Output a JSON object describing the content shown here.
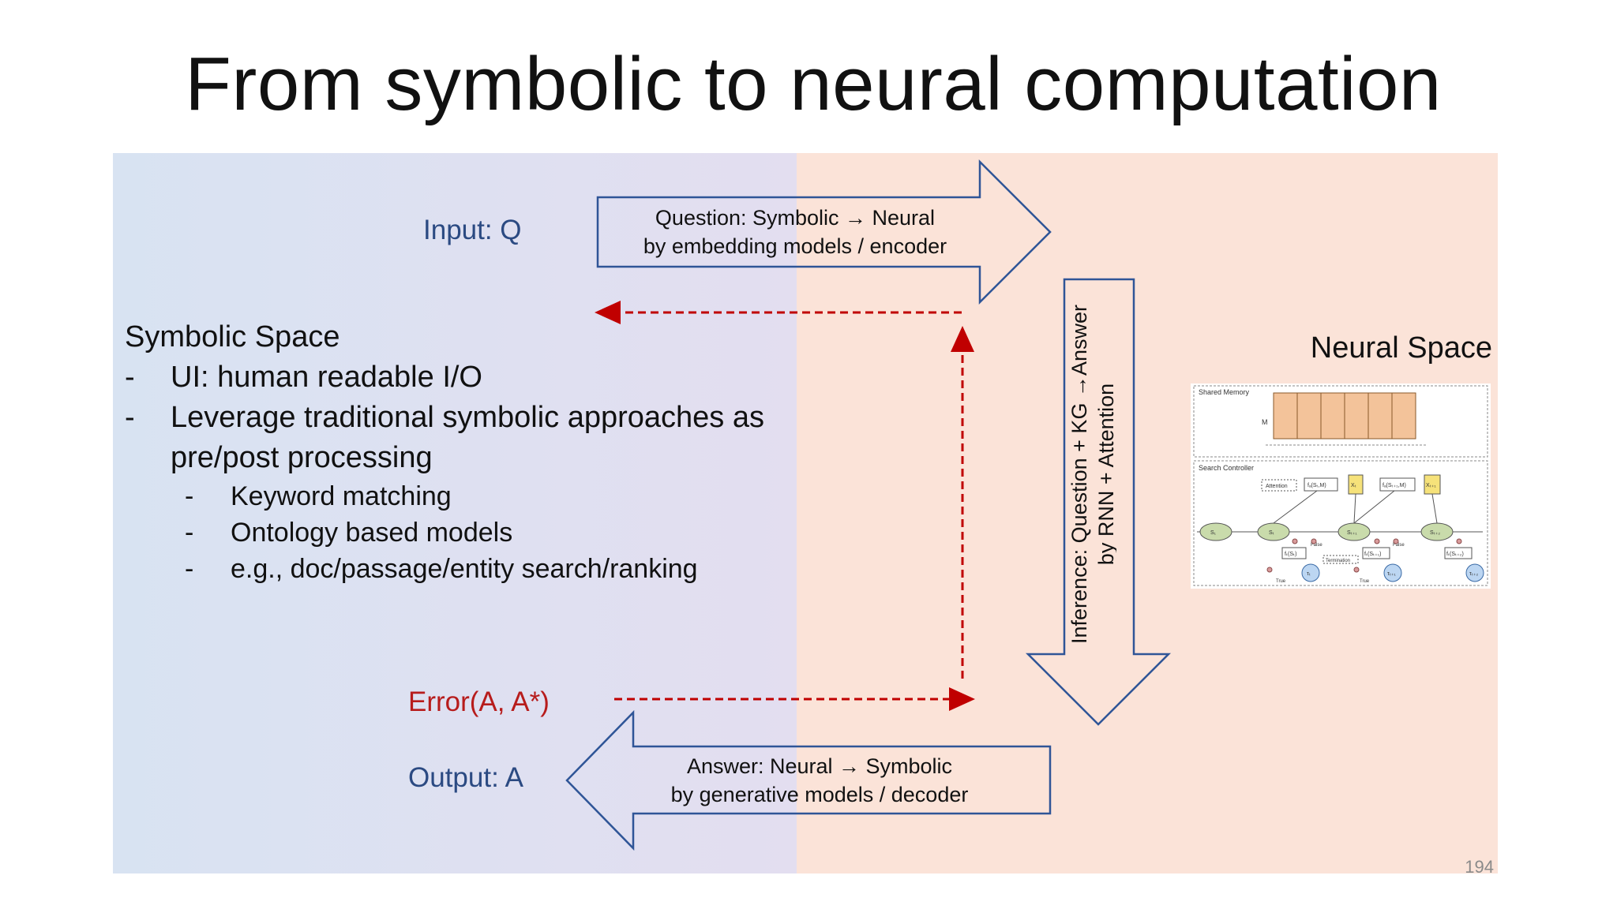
{
  "title": "From symbolic to neural computation",
  "input_label": "Input: Q",
  "output_label": "Output: A",
  "error_label": "Error(A, A*)",
  "question_arrow": {
    "line1": "Question: Symbolic → Neural",
    "line2": "by embedding models / encoder"
  },
  "answer_arrow": {
    "line1": "Answer: Neural → Symbolic",
    "line2": "by generative models / decoder"
  },
  "inference_arrow": {
    "line1": "Inference: Question + KG →Answer",
    "line2": "by RNN + Attention"
  },
  "symbolic_space": {
    "heading": "Symbolic Space",
    "dash": "-",
    "items": [
      "UI: human readable I/O",
      "Leverage traditional symbolic approaches as",
      "pre/post processing"
    ],
    "subitems": [
      "Keyword matching",
      "Ontology based models",
      "e.g., doc/passage/entity search/ranking"
    ]
  },
  "neural_space": {
    "heading": "Neural Space",
    "figure": {
      "shared_memory": "Shared Memory",
      "memory_label": "M",
      "search_controller": "Search Controller",
      "attention": "Attention",
      "f_att_1": "fₐ(Sₜ,M)",
      "f_att_2": "fₐ(Sₜ₊₁,M)",
      "x_t": "Xₜ",
      "x_t1": "Xₜ₊₁",
      "s1": "S₁",
      "st": "Sₜ",
      "st1": "Sₜ₊₁",
      "st2": "Sₜ₊₂",
      "f_tc_1": "fₜ(Sₜ)",
      "f_tc_2": "fₜ(Sₜ₊₁)",
      "f_tc_3": "fₜ(Sₜ₊₂)",
      "false1": "False",
      "false2": "False",
      "termination": "Termination",
      "true1": "True",
      "true2": "True",
      "tau1": "τₜ",
      "tau2": "τₜ₊₁",
      "tau3": "τₜ₊₂"
    }
  },
  "page_number": "194",
  "colors": {
    "arrow_stroke": "#2f5597",
    "dashed_red": "#c00000",
    "label_blue": "#2b4a82",
    "panel_left": "#dce2f2",
    "panel_right": "#fbe3d8"
  }
}
